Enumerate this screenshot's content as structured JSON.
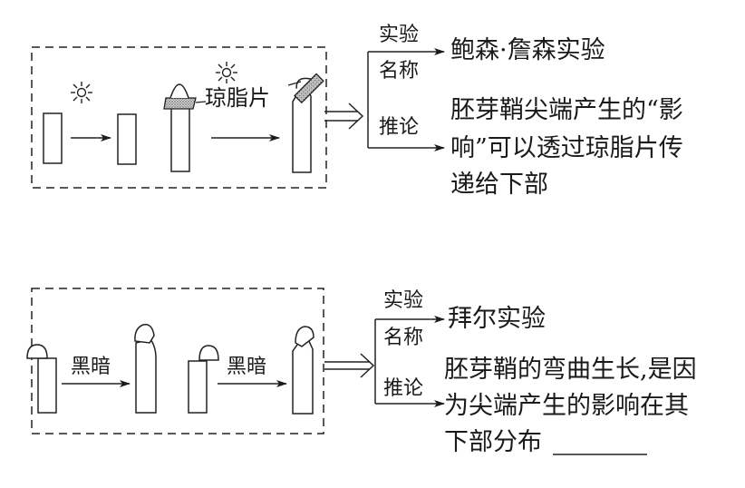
{
  "panels": [
    {
      "id": "boysen-jensen",
      "agar_label": "琼脂片",
      "branch_labels": {
        "name_top": "实验",
        "name_bottom": "名称",
        "inference": "推论"
      },
      "experiment_name": "鲍森·詹森实验",
      "conclusion_lines": [
        "胚芽鞘尖端产生的“影",
        "响”可以透过琼脂片传",
        "递给下部"
      ]
    },
    {
      "id": "paal",
      "arrow_label_1": "黑暗",
      "arrow_label_2": "黑暗",
      "branch_labels": {
        "name_top": "实验",
        "name_bottom": "名称",
        "inference": "推论"
      },
      "experiment_name": "拜尔实验",
      "conclusion_lines": [
        "胚芽鞘的弯曲生长,是因",
        "为尖端产生的影响在其",
        "下部分布"
      ],
      "blank": "________"
    }
  ],
  "icons": {
    "light": "sun-icon"
  }
}
